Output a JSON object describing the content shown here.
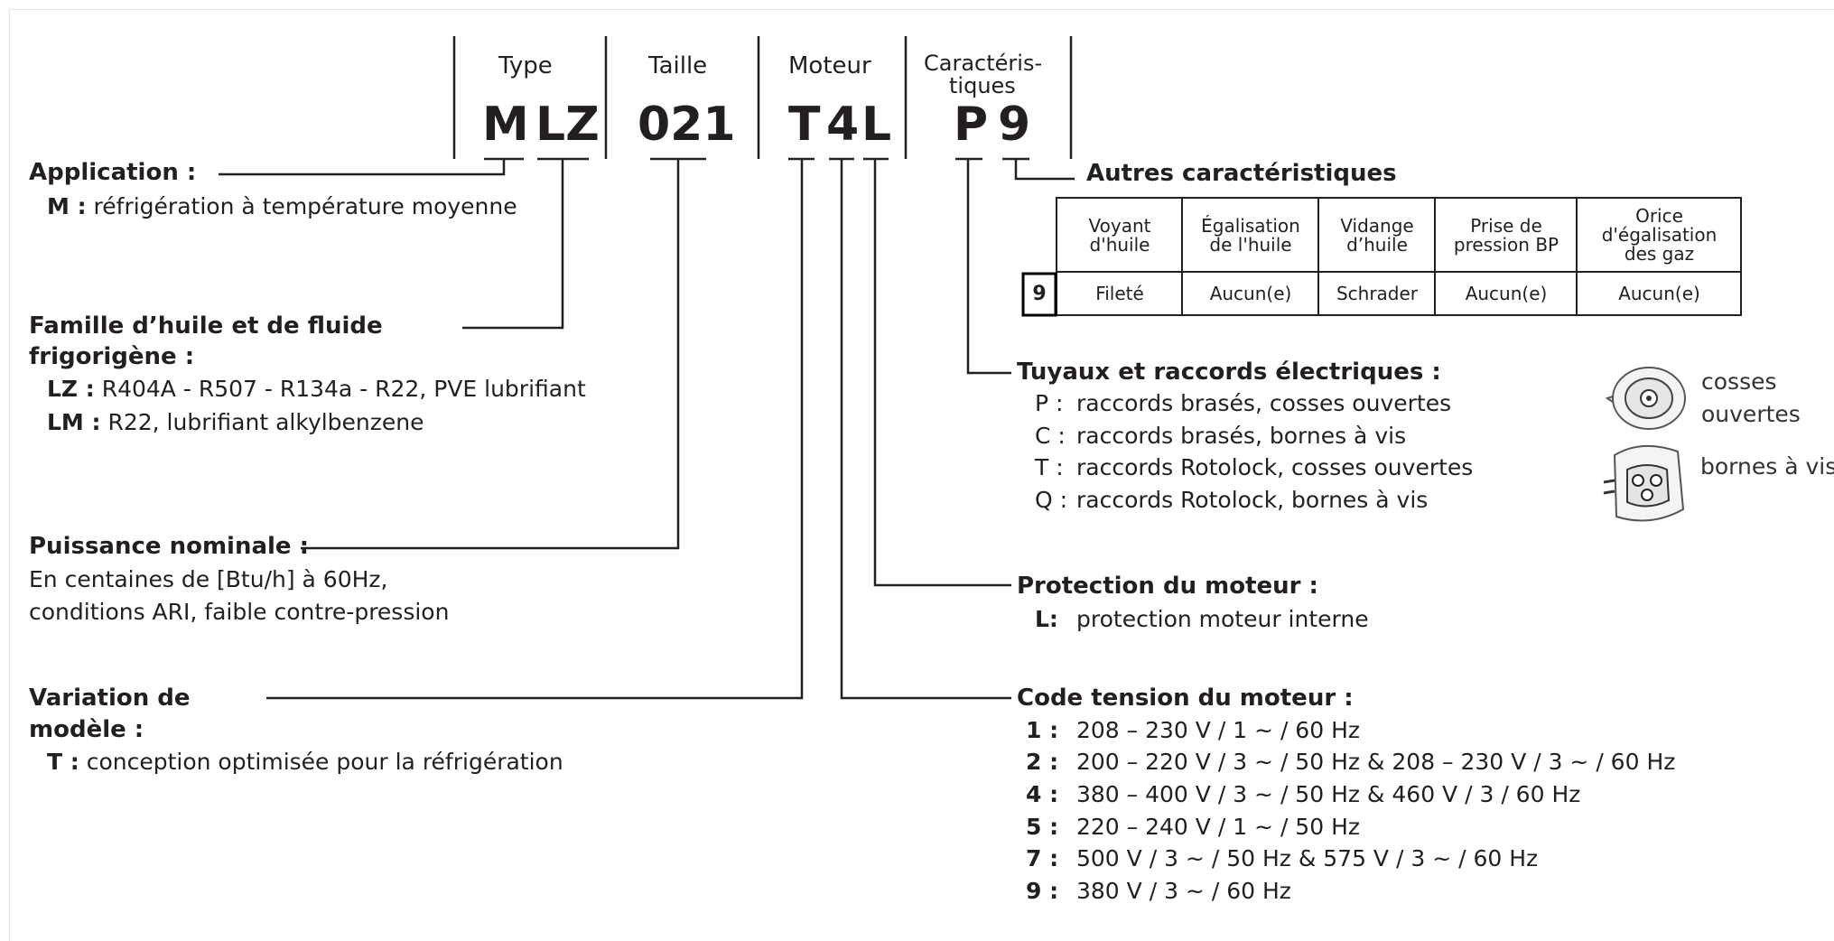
{
  "header": {
    "type_label": "Type",
    "taille_label": "Taille",
    "moteur_label": "Moteur",
    "caract_label_1": "Caractéris-",
    "caract_label_2": "tiques"
  },
  "code": {
    "m": "M",
    "lz": "LZ",
    "size": "021",
    "t": "T",
    "four": "4",
    "l": "L",
    "p": "P",
    "nine": "9"
  },
  "application": {
    "title": "Application :",
    "m_key": "M :",
    "m_text": "réfrigération à température moyenne"
  },
  "famille": {
    "title_1": "Famille d’huile et de fluide",
    "title_2": "frigorigène :",
    "lz_key": "LZ :",
    "lz_text": "R404A - R507 - R134a - R22, PVE lubrifiant",
    "lm_key": "LM :",
    "lm_text": "R22, lubrifiant alkylbenzene"
  },
  "puissance": {
    "title": "Puissance nominale :",
    "line_1": "En centaines de [Btu/h] à 60Hz,",
    "line_2": "conditions ARI, faible contre-pression"
  },
  "variation": {
    "title_1": "Variation de",
    "title_2": "modèle :",
    "t_key": "T :",
    "t_text": "conception optimisée pour la réfrigération"
  },
  "autres": {
    "title": "Autres caractéristiques",
    "table": {
      "headers": [
        [
          "Voyant",
          "d'huile"
        ],
        [
          "Égalisation",
          "de l'huile"
        ],
        [
          "Vidange",
          "d’huile"
        ],
        [
          "Prise de",
          "pression BP"
        ],
        [
          "Orice",
          "d'égalisation",
          "des gaz"
        ]
      ],
      "row_key": "9",
      "row_values": [
        "Fileté",
        "Aucun(e)",
        "Schrader",
        "Aucun(e)",
        "Aucun(e)"
      ]
    }
  },
  "tuyaux": {
    "title": "Tuyaux et raccords électriques :",
    "items": [
      {
        "key": "P :",
        "text": "raccords brasés, cosses ouvertes"
      },
      {
        "key": "C :",
        "text": "raccords brasés, bornes à vis"
      },
      {
        "key": "T :",
        "text": "raccords Rotolock, cosses ouvertes"
      },
      {
        "key": "Q :",
        "text": "raccords Rotolock, bornes à vis"
      }
    ],
    "cosses_1": "cosses",
    "cosses_2": "ouvertes",
    "bornes": "bornes à vis"
  },
  "protection": {
    "title": "Protection du moteur :",
    "l_key": "L:",
    "l_text": "protection moteur interne"
  },
  "tension": {
    "title": "Code tension du moteur :",
    "items": [
      {
        "key": "1 :",
        "text": "208 – 230 V / 1 ~ / 60 Hz"
      },
      {
        "key": "2 :",
        "text": "200 – 220 V / 3 ~ / 50 Hz & 208 – 230 V / 3 ~ / 60 Hz"
      },
      {
        "key": "4 :",
        "text": "380 – 400 V / 3 ~ / 50 Hz & 460 V / 3 / 60 Hz"
      },
      {
        "key": "5 :",
        "text": "220 – 240 V / 1 ~ / 50 Hz"
      },
      {
        "key": "7 :",
        "text": "500 V / 3 ~ / 50 Hz & 575 V / 3 ~ / 60 Hz"
      },
      {
        "key": "9 :",
        "text": "380 V / 3 ~ / 60 Hz"
      }
    ]
  }
}
